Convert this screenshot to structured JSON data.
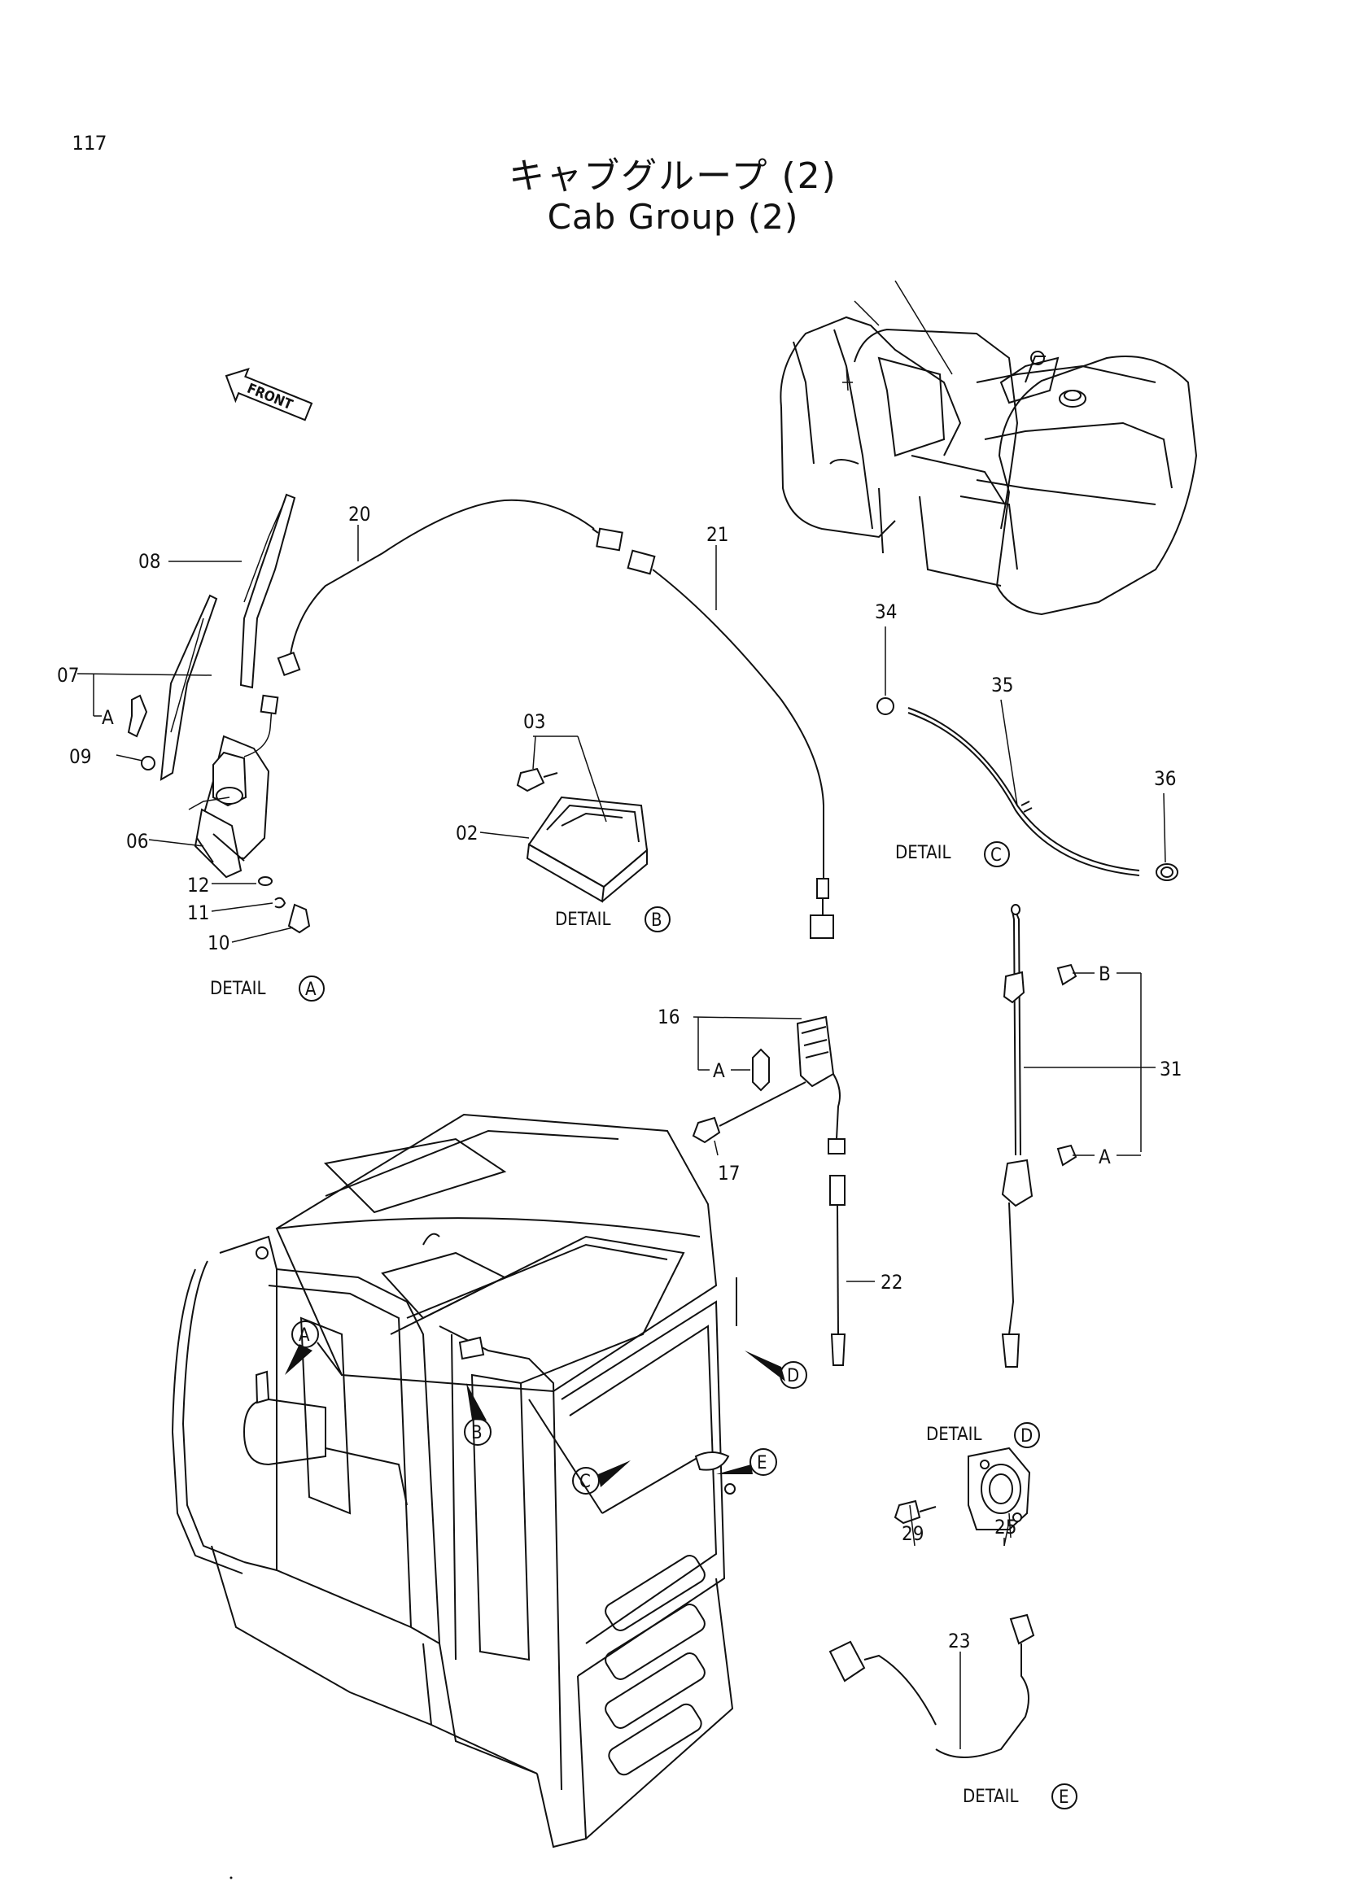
{
  "page_number": "117",
  "title_ja": "キャブグループ (2)",
  "title_en": "Cab Group (2)",
  "front_arrow_label": "FRONT",
  "detail_word": "DETAIL",
  "details": {
    "A": "A",
    "B": "B",
    "C": "C",
    "D": "D",
    "E": "E"
  },
  "parts": {
    "p02": "02",
    "p03": "03",
    "p06": "06",
    "p07": "07",
    "p08": "08",
    "p09": "09",
    "p10": "10",
    "p11": "11",
    "p12": "12",
    "p16": "16",
    "p17": "17",
    "p20": "20",
    "p21": "21",
    "p22": "22",
    "p23": "23",
    "p25": "25",
    "p29": "29",
    "p31": "31",
    "p34": "34",
    "p35": "35",
    "p36": "36"
  },
  "sub_refs": {
    "a": "A",
    "b": "B"
  }
}
